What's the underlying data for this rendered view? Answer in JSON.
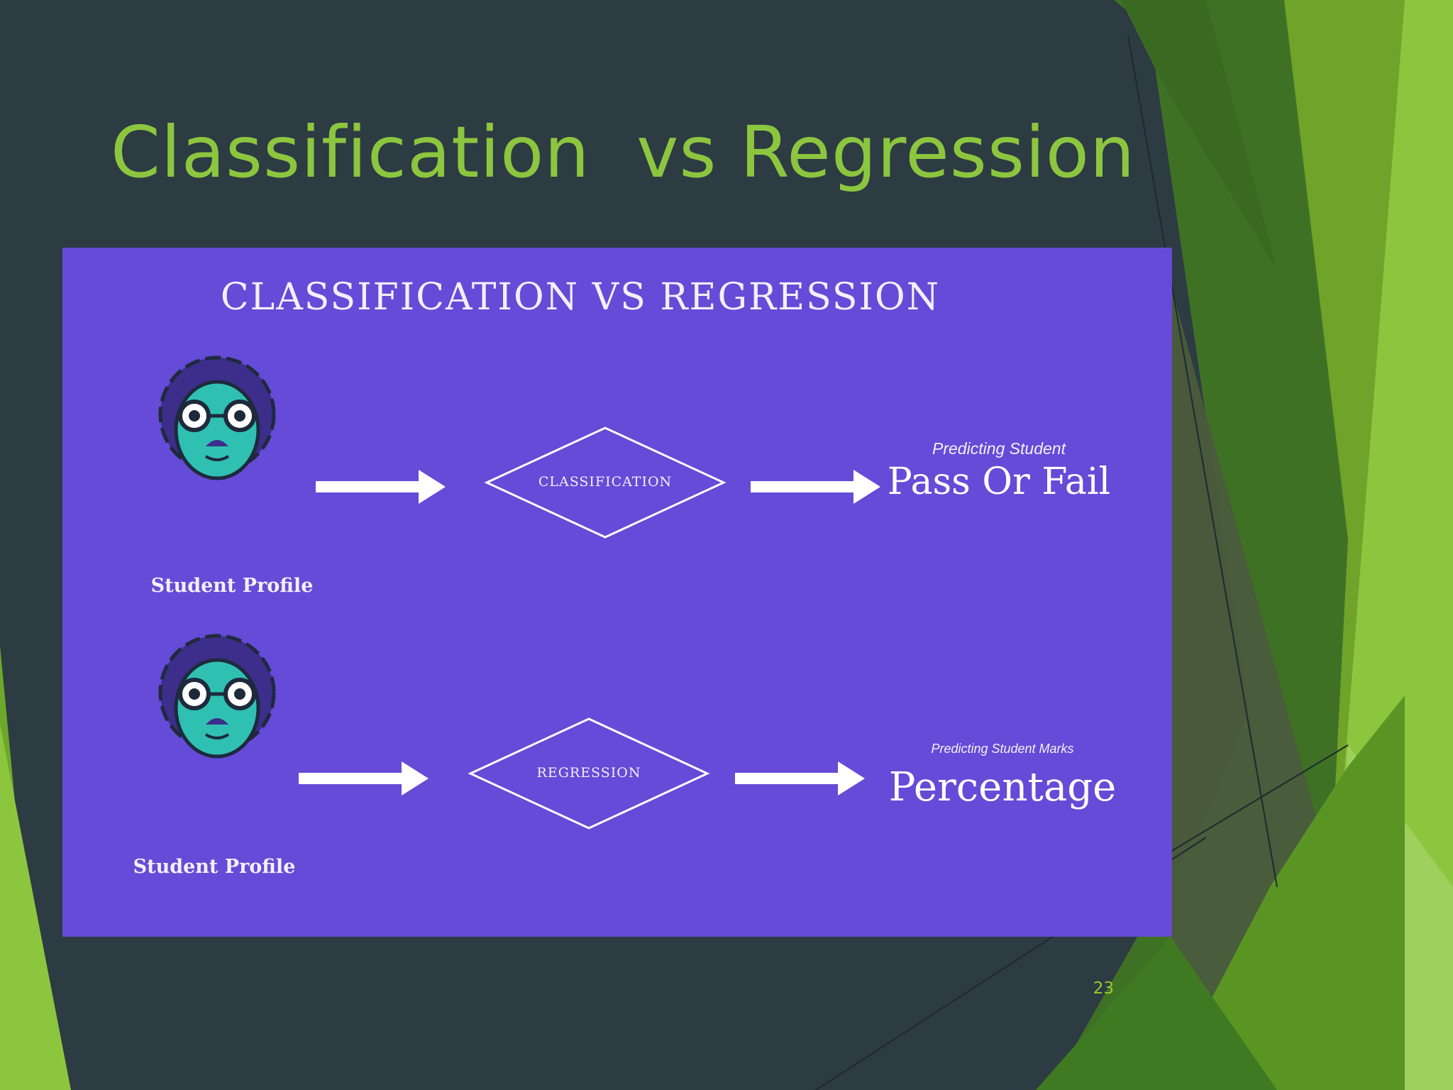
{
  "slide": {
    "title": "Classification  vs Regression",
    "page_number": "23",
    "colors": {
      "background": "#2d3b43",
      "accent": "#8cc63f",
      "panel": "#654bd7"
    }
  },
  "diagram": {
    "heading": "CLASSIFICATION VS REGRESSION",
    "rows": [
      {
        "input_label": "Student Profile",
        "process_label": "Classification",
        "output_caption": "Predicting Student",
        "output_value": "Pass Or Fail"
      },
      {
        "input_label": "Student Profile",
        "process_label": "Regression",
        "output_caption": "Predicting Student Marks",
        "output_value": "Percentage"
      }
    ]
  }
}
